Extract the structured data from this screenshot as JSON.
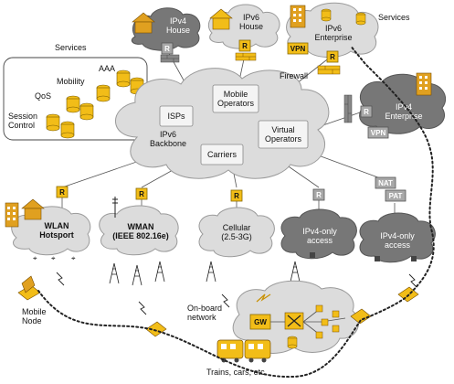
{
  "colors": {
    "router": "#f2bd18",
    "gray_box": "#a8a8a8",
    "cloud_light": "#dcdcdc",
    "cloud_dark": "#777777",
    "building": "#e0a020",
    "cylinder": "#f2bd18"
  },
  "backbone": {
    "label": "IPv6\nBackbone",
    "members": [
      "ISPs",
      "Mobile\nOperators",
      "Virtual\nOperators",
      "Carriers"
    ]
  },
  "services_panel": {
    "title": "Services",
    "items": [
      "AAA",
      "Mobility",
      "QoS",
      "Session\nControl"
    ]
  },
  "sites": {
    "ipv4_house": {
      "label": "IPv4\nHouse",
      "router": "R"
    },
    "ipv6_house": {
      "label": "IPv6\nHouse",
      "router": "R"
    },
    "ipv6_enterprise": {
      "label": "IPv6\nEnterprise",
      "router": "R",
      "vpn": "VPN",
      "services": "Services"
    },
    "firewall": {
      "label": "Firewall"
    },
    "ipv4_enterprise": {
      "label": "IPv4\nEnterprise",
      "router": "R",
      "vpn": "VPN"
    }
  },
  "access": {
    "wlan": {
      "label": "WLAN\nHotsport",
      "router": "R"
    },
    "wman": {
      "label": "WMAN\n(IEEE 802.16e)",
      "router": "R"
    },
    "cellular": {
      "label": "Cellular\n(2.5-3G)",
      "router": "R"
    },
    "ipv4_only_1": {
      "label": "IPv4-only\naccess",
      "router": "R"
    },
    "ipv4_only_2": {
      "label": "IPv4-only\naccess",
      "nat": "NAT",
      "pat": "PAT"
    }
  },
  "mobile_node": {
    "label": "Mobile\nNode"
  },
  "onboard": {
    "label": "On-board\nnetwork",
    "gw": "GW",
    "vehicles": "Trains, cars, etc."
  },
  "icons": [
    "house-icon",
    "building-icon",
    "database-icon",
    "router-icon",
    "antenna-tower-icon",
    "laptop-icon",
    "firewall-icon",
    "train-icon",
    "lightning-icon",
    "switch-icon"
  ]
}
